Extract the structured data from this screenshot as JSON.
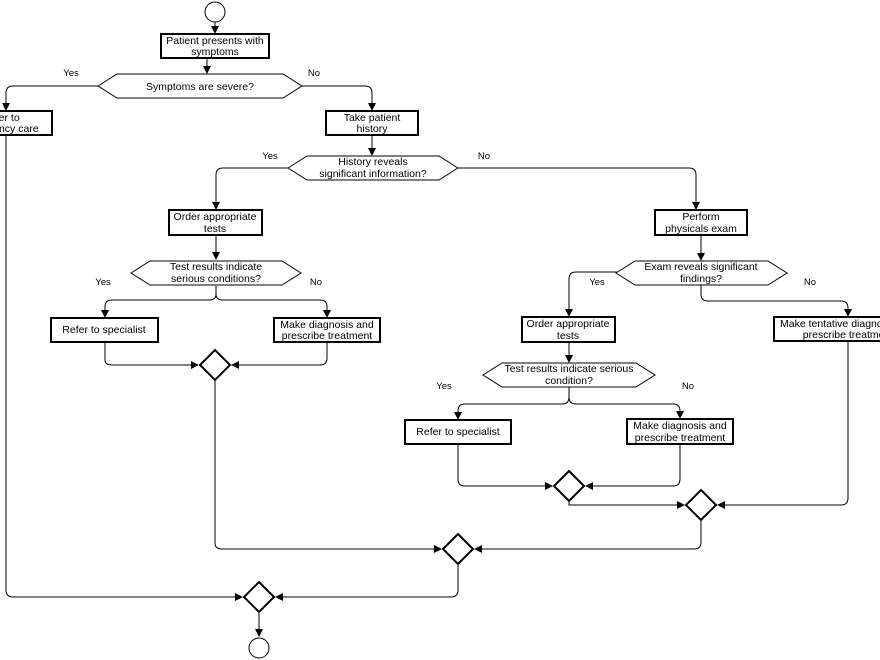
{
  "nodes": {
    "patient_presents": [
      "Patient presents with",
      "symptoms"
    ],
    "symptoms_severe": [
      "Symptoms are severe?"
    ],
    "refer_emergency": [
      "Refer to",
      "emergency care"
    ],
    "take_history": [
      "Take patient",
      "history"
    ],
    "history_reveals": [
      "History reveals",
      "significant information?"
    ],
    "order_tests_left": [
      "Order appropriate",
      "tests"
    ],
    "test_results_left": [
      "Test results indicate",
      "serious conditions?"
    ],
    "refer_specialist_left": [
      "Refer to specialist"
    ],
    "diagnosis_left": [
      "Make diagnosis and",
      "prescribe treatment"
    ],
    "perform_exam": [
      "Perform",
      "physicals exam"
    ],
    "exam_reveals": [
      "Exam reveals significant",
      "findings?"
    ],
    "order_tests_right": [
      "Order appropriate",
      "tests"
    ],
    "tentative_diagnosis": [
      "Make tentative diagnosis and",
      "prescribe treatment"
    ],
    "test_results_right": [
      "Test results indicate serious",
      "condition?"
    ],
    "refer_specialist_right": [
      "Refer to specialist"
    ],
    "diagnosis_right": [
      "Make diagnosis and",
      "prescribe treatment"
    ]
  },
  "edge_labels": {
    "yes": "Yes",
    "no": "No"
  }
}
